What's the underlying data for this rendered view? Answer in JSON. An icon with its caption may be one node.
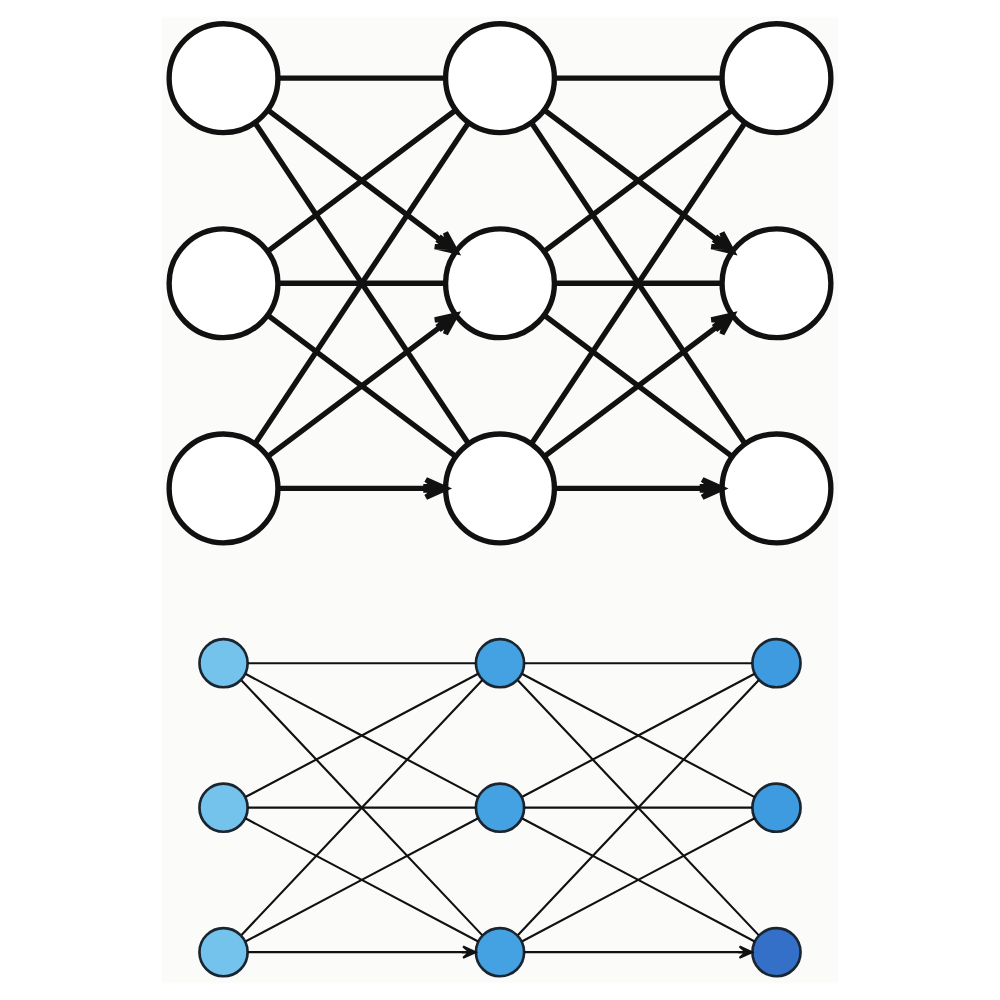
{
  "diagram": {
    "nodes": [
      {
        "text": [],
        "shape": "circle"
      },
      {
        "text": [],
        "shape": "circle"
      },
      {
        "text": [],
        "shape": "circle"
      },
      {
        "text": [],
        "shape": "circle"
      },
      {
        "text": [],
        "shape": "circle"
      },
      {
        "text": [],
        "shape": "circle"
      },
      {
        "text": [],
        "shape": "circle"
      },
      {
        "text": [],
        "shape": "circle"
      },
      {
        "text": [],
        "shape": "circle"
      },
      {
        "text": [],
        "shape": "circle"
      },
      {
        "text": [],
        "shape": "circle"
      },
      {
        "text": [],
        "shape": "circle"
      },
      {
        "text": [],
        "shape": "circle"
      },
      {
        "text": [],
        "shape": "circle"
      },
      {
        "text": [],
        "shape": "circle"
      },
      {
        "text": [],
        "shape": "circle"
      },
      {
        "text": [],
        "shape": "circle"
      },
      {
        "text": [],
        "shape": "circle"
      }
    ],
    "edges": [
      {
        "from": 0,
        "to": 1,
        "arrow": "none",
        "style": "thick"
      },
      {
        "from": 0,
        "to": 4,
        "arrow": "to",
        "style": "thick"
      },
      {
        "from": 0,
        "to": 7,
        "arrow": "none",
        "style": "thick"
      },
      {
        "from": 3,
        "to": 1,
        "arrow": "none",
        "style": "thick"
      },
      {
        "from": 3,
        "to": 4,
        "arrow": "none",
        "style": "thick"
      },
      {
        "from": 3,
        "to": 7,
        "arrow": "none",
        "style": "thick"
      },
      {
        "from": 6,
        "to": 1,
        "arrow": "none",
        "style": "thick"
      },
      {
        "from": 6,
        "to": 4,
        "arrow": "to",
        "style": "thick"
      },
      {
        "from": 6,
        "to": 7,
        "arrow": "to",
        "style": "thick"
      },
      {
        "from": 1,
        "to": 2,
        "arrow": "none",
        "style": "thick"
      },
      {
        "from": 1,
        "to": 5,
        "arrow": "to",
        "style": "thick"
      },
      {
        "from": 1,
        "to": 8,
        "arrow": "none",
        "style": "thick"
      },
      {
        "from": 4,
        "to": 2,
        "arrow": "none",
        "style": "thick"
      },
      {
        "from": 4,
        "to": 5,
        "arrow": "none",
        "style": "thick"
      },
      {
        "from": 4,
        "to": 8,
        "arrow": "none",
        "style": "thick"
      },
      {
        "from": 7,
        "to": 2,
        "arrow": "none",
        "style": "thick"
      },
      {
        "from": 7,
        "to": 5,
        "arrow": "to",
        "style": "thick"
      },
      {
        "from": 7,
        "to": 8,
        "arrow": "to",
        "style": "thick"
      },
      {
        "from": 9,
        "to": 10,
        "arrow": "none"
      },
      {
        "from": 9,
        "to": 13,
        "arrow": "none"
      },
      {
        "from": 9,
        "to": 16,
        "arrow": "none"
      },
      {
        "from": 12,
        "to": 10,
        "arrow": "none"
      },
      {
        "from": 12,
        "to": 13,
        "arrow": "none"
      },
      {
        "from": 12,
        "to": 16,
        "arrow": "none"
      },
      {
        "from": 15,
        "to": 10,
        "arrow": "none"
      },
      {
        "from": 15,
        "to": 13,
        "arrow": "none"
      },
      {
        "from": 15,
        "to": 16,
        "arrow": "to"
      },
      {
        "from": 10,
        "to": 11,
        "arrow": "none"
      },
      {
        "from": 10,
        "to": 14,
        "arrow": "none"
      },
      {
        "from": 10,
        "to": 17,
        "arrow": "none"
      },
      {
        "from": 13,
        "to": 11,
        "arrow": "none"
      },
      {
        "from": 13,
        "to": 14,
        "arrow": "none"
      },
      {
        "from": 13,
        "to": 17,
        "arrow": "none"
      },
      {
        "from": 16,
        "to": 11,
        "arrow": "none"
      },
      {
        "from": 16,
        "to": 14,
        "arrow": "none"
      },
      {
        "from": 16,
        "to": 17,
        "arrow": "to"
      }
    ]
  }
}
